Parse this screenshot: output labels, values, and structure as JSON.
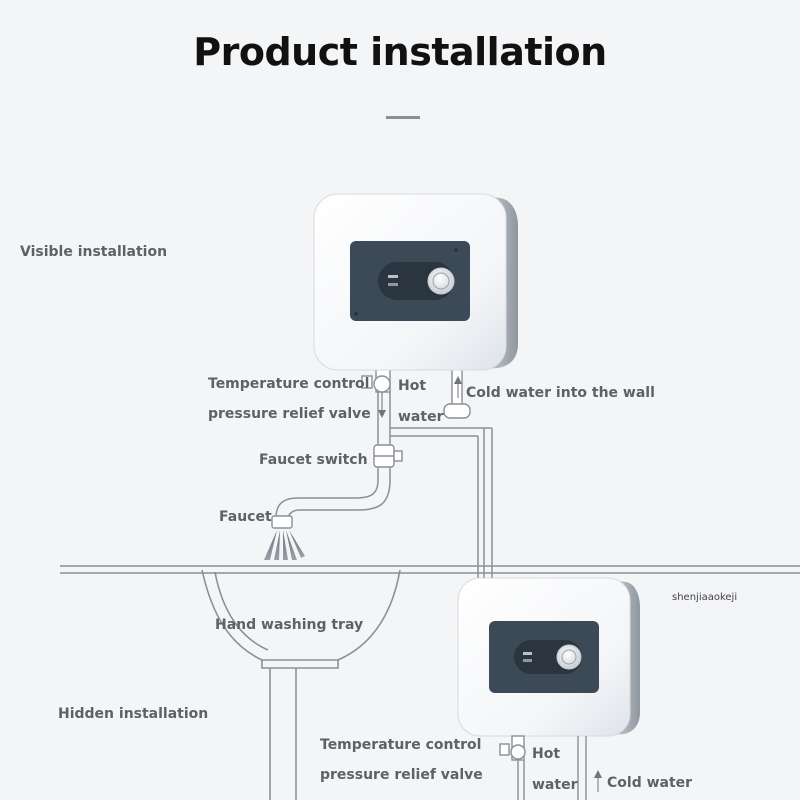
{
  "title": "Product installation",
  "labels": {
    "visible_installation": "Visible installation",
    "hidden_installation": "Hidden installation",
    "temp_control_top": "Temperature control",
    "relief_valve_top": "pressure relief valve",
    "hot_top": "Hot",
    "water_top": "water",
    "cold_into_wall": "Cold water into the wall",
    "faucet_switch": "Faucet switch",
    "faucet": "Faucet",
    "hand_washing_tray": "Hand washing tray",
    "temp_control_bottom": "Temperature control",
    "relief_valve_bottom": "pressure relief valve",
    "hot_bottom": "Hot",
    "water_bottom": "water",
    "cold_water_bottom": "Cold water"
  },
  "watermark": "shenjiaaokeji",
  "colors": {
    "heater_body": "#ffffff",
    "heater_panel": "#3c4a58",
    "pipe_stroke": "#8a9098",
    "title": "#111111"
  }
}
